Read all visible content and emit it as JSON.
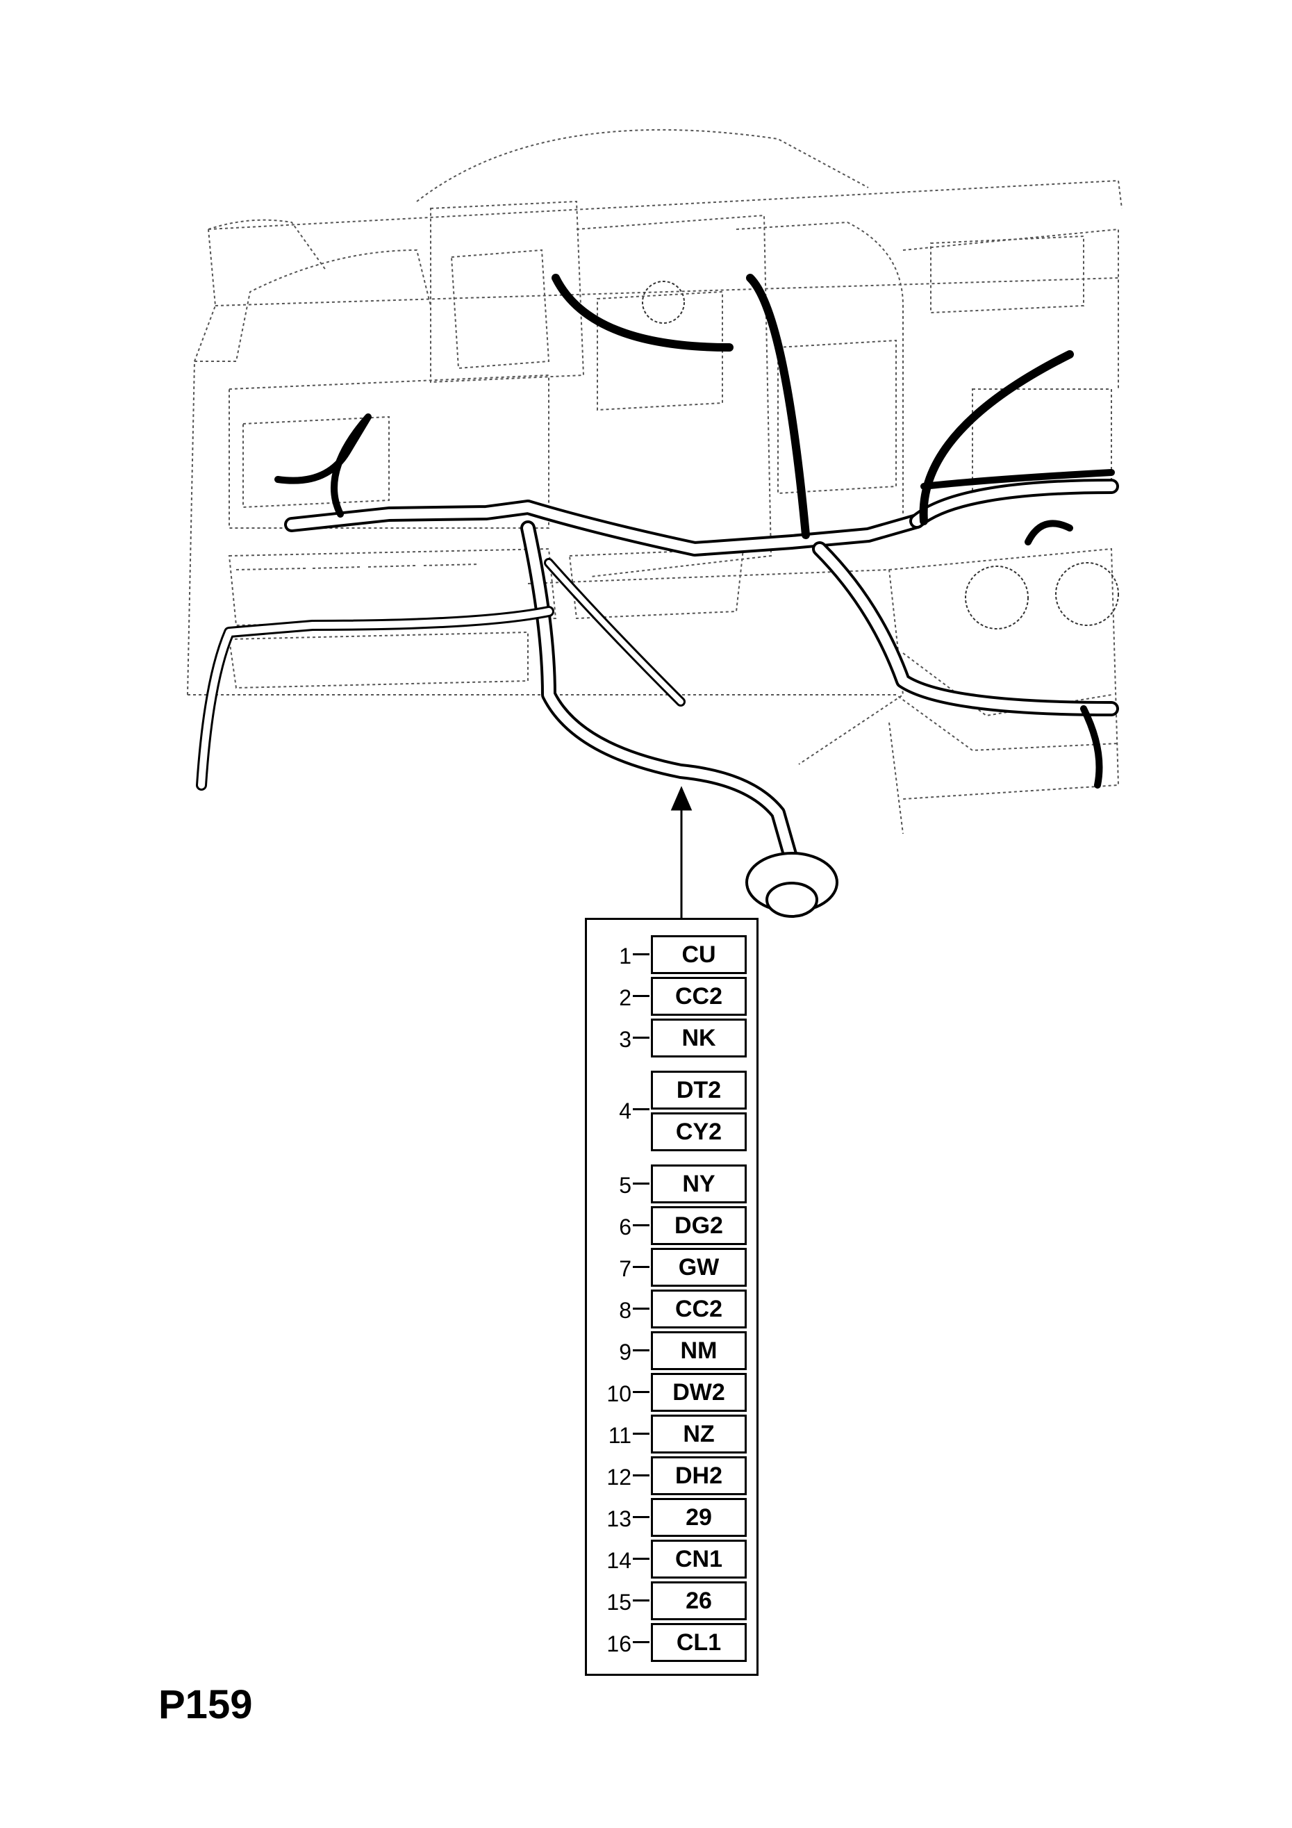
{
  "diagram": {
    "connectors": [
      {
        "number": "1",
        "code": "CU"
      },
      {
        "number": "2",
        "code": "CC2"
      },
      {
        "number": "3",
        "code": "NK"
      },
      {
        "number": "4",
        "code": "DT2"
      },
      {
        "number": "",
        "code": "CY2"
      },
      {
        "number": "5",
        "code": "NY"
      },
      {
        "number": "6",
        "code": "DG2"
      },
      {
        "number": "7",
        "code": "GW"
      },
      {
        "number": "8",
        "code": "CC2"
      },
      {
        "number": "9",
        "code": "NM"
      },
      {
        "number": "10",
        "code": "DW2"
      },
      {
        "number": "11",
        "code": "NZ"
      },
      {
        "number": "12",
        "code": "DH2"
      },
      {
        "number": "13",
        "code": "29"
      },
      {
        "number": "14",
        "code": "CN1"
      },
      {
        "number": "15",
        "code": "26"
      },
      {
        "number": "16",
        "code": "CL1"
      }
    ],
    "page_id": "P159"
  }
}
